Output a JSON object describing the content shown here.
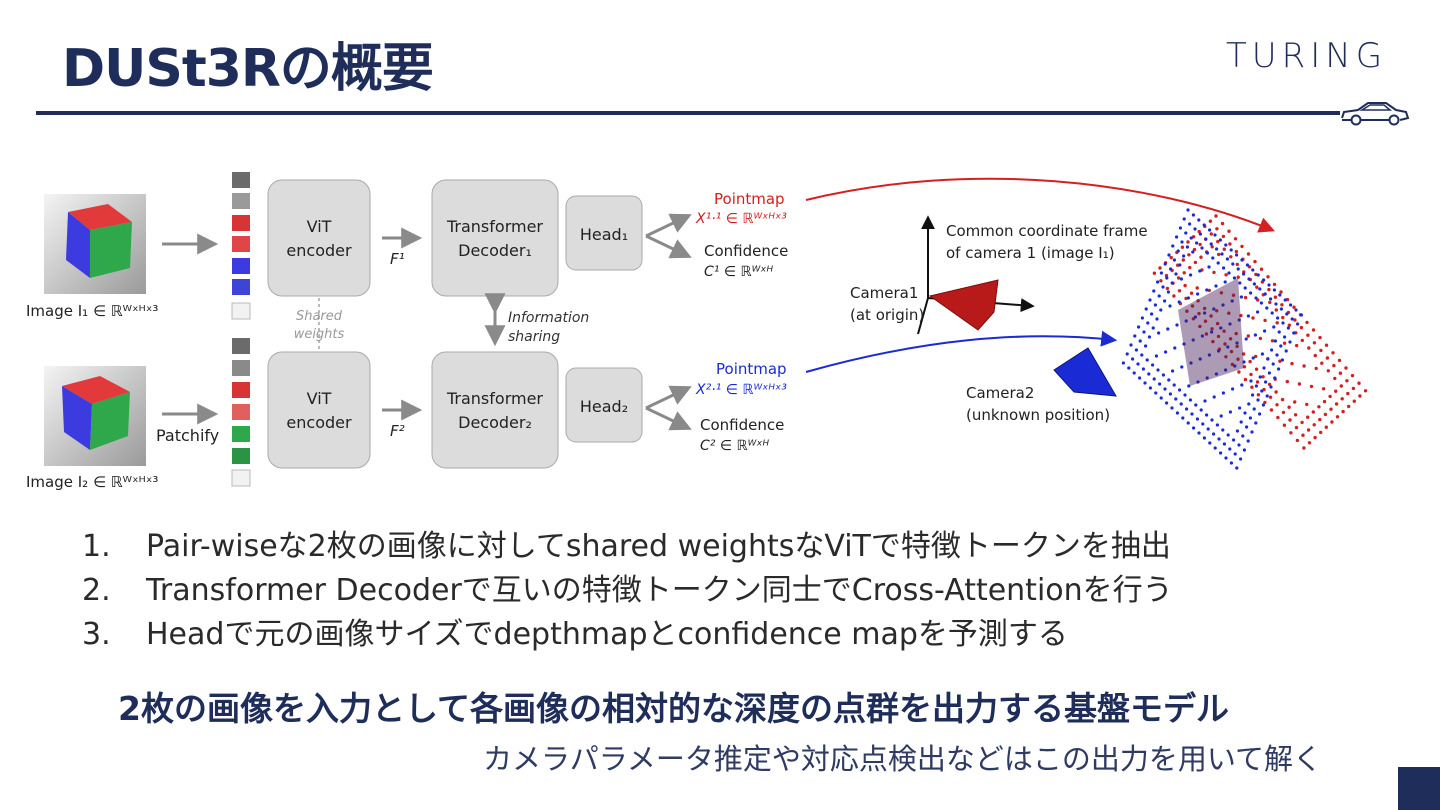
{
  "slide": {
    "title": "DUSt3Rの概要",
    "logo": "TURING",
    "bullets": [
      {
        "num": "1.",
        "text": "Pair-wiseな2枚の画像に対してshared weightsなViTで特徴トークンを抽出"
      },
      {
        "num": "2.",
        "text": "Transformer Decoderで互いの特徴トークン同士でCross-Attentionを行う"
      },
      {
        "num": "3.",
        "text": "Headで元の画像サイズでdepthmapとconfidence mapを予測する"
      }
    ],
    "summary": "2枚の画像を入力として各画像の相対的な深度の点群を出力する基盤モデル",
    "subsummary": "カメラパラメータ推定や対応点検出などはこの出力を用いて解く"
  },
  "figure": {
    "image1_label": "Image I₁ ∈ ℝᵂˣᴴˣ³",
    "image2_label": "Image I₂ ∈ ℝᵂˣᴴˣ³",
    "patchify": "Patchify",
    "vit_line1": "ViT",
    "vit_line2": "encoder",
    "shared1": "Shared",
    "shared2": "weights",
    "f1": "F¹",
    "f2": "F²",
    "dec_line1": "Transformer",
    "dec1_line2": "Decoder₁",
    "dec2_line2": "Decoder₂",
    "info1": "Information",
    "info2": "sharing",
    "head1": "Head₁",
    "head2": "Head₂",
    "pointmap": "Pointmap",
    "x11": "X¹·¹ ∈ ℝᵂˣᴴˣ³",
    "x21": "X²·¹ ∈ ℝᵂˣᴴˣ³",
    "confidence": "Confidence",
    "c1": "C¹ ∈ ℝᵂˣᴴ",
    "c2": "C² ∈ ℝᵂˣᴴ",
    "frame1": "Common coordinate frame",
    "frame2": "of camera 1 (image  I₁)",
    "cam1a": "Camera1",
    "cam1b": "(at origin)",
    "cam2a": "Camera2",
    "cam2b": "(unknown position)",
    "colors": {
      "red": "#d42020",
      "blue": "#1a2bd6",
      "box": "#dcdcdc",
      "navy": "#1f2d5a"
    }
  }
}
